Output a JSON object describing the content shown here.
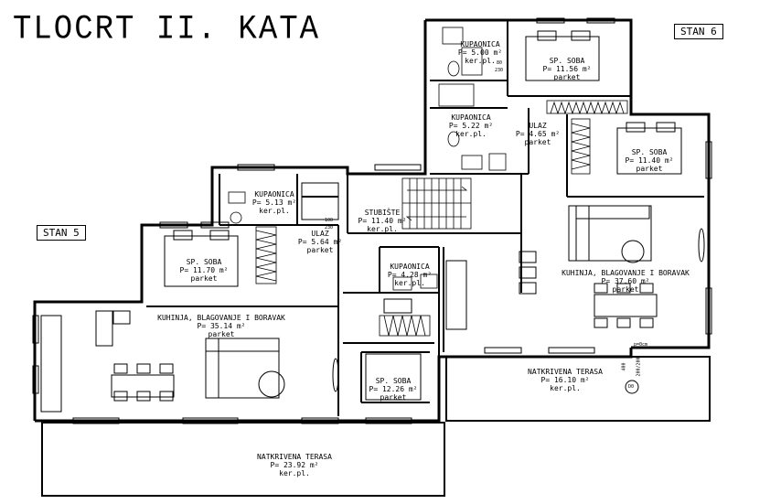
{
  "title": "TLOCRT II. KATA",
  "units": {
    "stan5": "STAN 5",
    "stan6": "STAN 6"
  },
  "rooms": {
    "kup_top": {
      "name": "KUPAONICA",
      "area": "P= 5.00 m²",
      "floor": "ker.pl."
    },
    "sp_top": {
      "name": "SP. SOBA",
      "area": "P= 11.56 m²",
      "floor": "parket"
    },
    "kup_mid": {
      "name": "KUPAONICA",
      "area": "P= 5.22 m²",
      "floor": "ker.pl."
    },
    "ulaz6": {
      "name": "ULAZ",
      "area": "P= 4.65 m²",
      "floor": "parket"
    },
    "sp_right": {
      "name": "SP. SOBA",
      "area": "P= 11.40 m²",
      "floor": "parket"
    },
    "kup5": {
      "name": "KUPAONICA",
      "area": "P= 5.13 m²",
      "floor": "ker.pl."
    },
    "stubiste": {
      "name": "STUBIŠTE",
      "area": "P= 11.40 m²",
      "floor": "ker.pl."
    },
    "ulaz5": {
      "name": "ULAZ",
      "area": "P= 5.64 m²",
      "floor": "parket"
    },
    "sp_left": {
      "name": "SP. SOBA",
      "area": "P= 11.70 m²",
      "floor": "parket"
    },
    "kup_small": {
      "name": "KUPAONICA",
      "area": "P= 4.28 m²",
      "floor": "ker.pl."
    },
    "kuh6": {
      "name": "KUHINJA, BLAGOVANJE I BORAVAK",
      "area": "P= 37.60 m²",
      "floor": "parket"
    },
    "kuh5": {
      "name": "KUHINJA, BLAGOVANJE I BORAVAK",
      "area": "P= 35.14 m²",
      "floor": "parket"
    },
    "sp_bot": {
      "name": "SP. SOBA",
      "area": "P= 12.26 m²",
      "floor": "parket"
    },
    "ter6": {
      "name": "NATKRIVENA TERASA",
      "area": "P= 16.10 m²",
      "floor": "ker.pl."
    },
    "ter5": {
      "name": "NATKRIVENA TERASA",
      "area": "P= 23.92 m²",
      "floor": "ker.pl."
    }
  },
  "dims": {
    "d80": "80",
    "d230": "230",
    "d100": "100",
    "d230b": "230",
    "p0": "p=0cm",
    "d400": "400",
    "d200": "200/200",
    "dd": "D0"
  }
}
